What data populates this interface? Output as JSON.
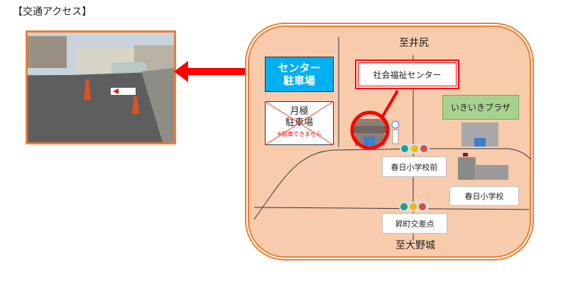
{
  "title": "【交通アクセス】",
  "map": {
    "center_parking": "センター\n駐車場",
    "center_parking_l1": "センター",
    "center_parking_l2": "駐車場",
    "tsukigime_l1": "月極",
    "tsukigime_l2": "駐車場",
    "tsukigime_note": "※駐車できません",
    "north_road": "至井尻",
    "south_road": "至大野城",
    "facility": "社会福祉センター",
    "ikiiki": "いきいきプラザ",
    "signal1": "春日小学校前",
    "school": "春日小学校",
    "signal2": "昇町交差点"
  },
  "colors": {
    "accent": "#ed7d31",
    "parking": "#00b0f0",
    "highlight": "#ff0000",
    "ikiiki": "#a9d18e",
    "map_bg": "#f8cbad"
  }
}
